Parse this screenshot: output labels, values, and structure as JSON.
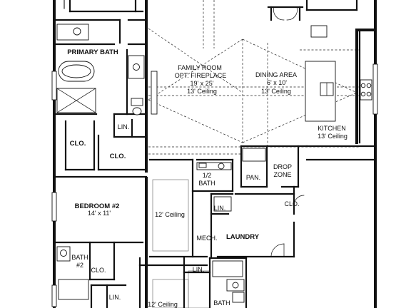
{
  "labels": {
    "primary_bath": "PRIMARY BATH",
    "family_room": "FAMILY ROOM",
    "opt_fireplace": "OPT. FIREPLACE",
    "family_dims": "19' x 25'",
    "family_ceiling": "13' Ceiling",
    "dining_area": "DINING AREA",
    "dining_dims": "6' x 10'",
    "dining_ceiling": "13' Ceiling",
    "kitchen": "KITCHEN",
    "kitchen_ceiling": "13' Ceiling",
    "lin_primary": "LIN.",
    "clo_left": "CLO.",
    "clo_right": "CLO.",
    "half_bath_a": "1/2",
    "half_bath_b": "BATH",
    "pan": "PAN.",
    "drop": "DROP",
    "zone": "ZONE",
    "clo_drop": "CLO.",
    "bedroom2": "BEDROOM #2",
    "bedroom2_dims": "14' x 11'",
    "ceiling_mid": "12' Ceiling",
    "lin_mid": "LIN.",
    "mech": "MECH.",
    "laundry": "LAUNDRY",
    "bath2_a": "BATH",
    "bath2_b": "#2",
    "clo_bath2": "CLO.",
    "lin_bottom_left": "LIN.",
    "lin_bottom_mid": "LIN.",
    "ceiling_bottom": "12' Ceiling",
    "bath_bottom": "BATH"
  }
}
